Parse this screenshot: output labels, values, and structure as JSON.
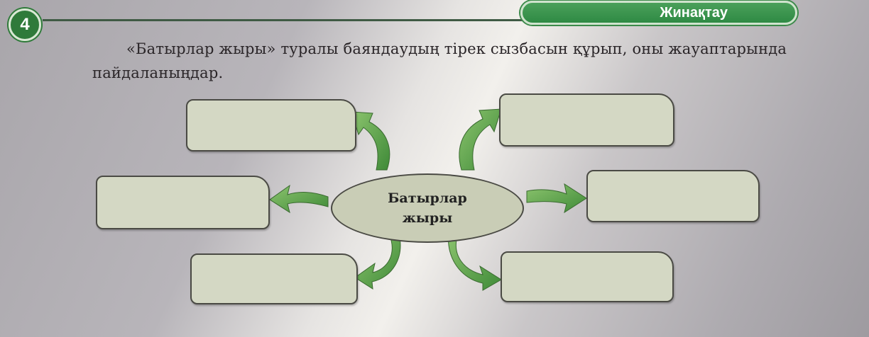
{
  "header": {
    "task_number": "4",
    "section_tag": "Жинақтау"
  },
  "task": {
    "text": "«Батырлар жыры» туралы баяндаудың тірек сызбасын құрып, оны жауаптарында пайдаланыңдар."
  },
  "diagram": {
    "center_label_line1": "Батырлар",
    "center_label_line2": "жыры",
    "empty_boxes": [
      "",
      "",
      "",
      "",
      "",
      ""
    ],
    "arrow_color": "#5aa04a"
  }
}
